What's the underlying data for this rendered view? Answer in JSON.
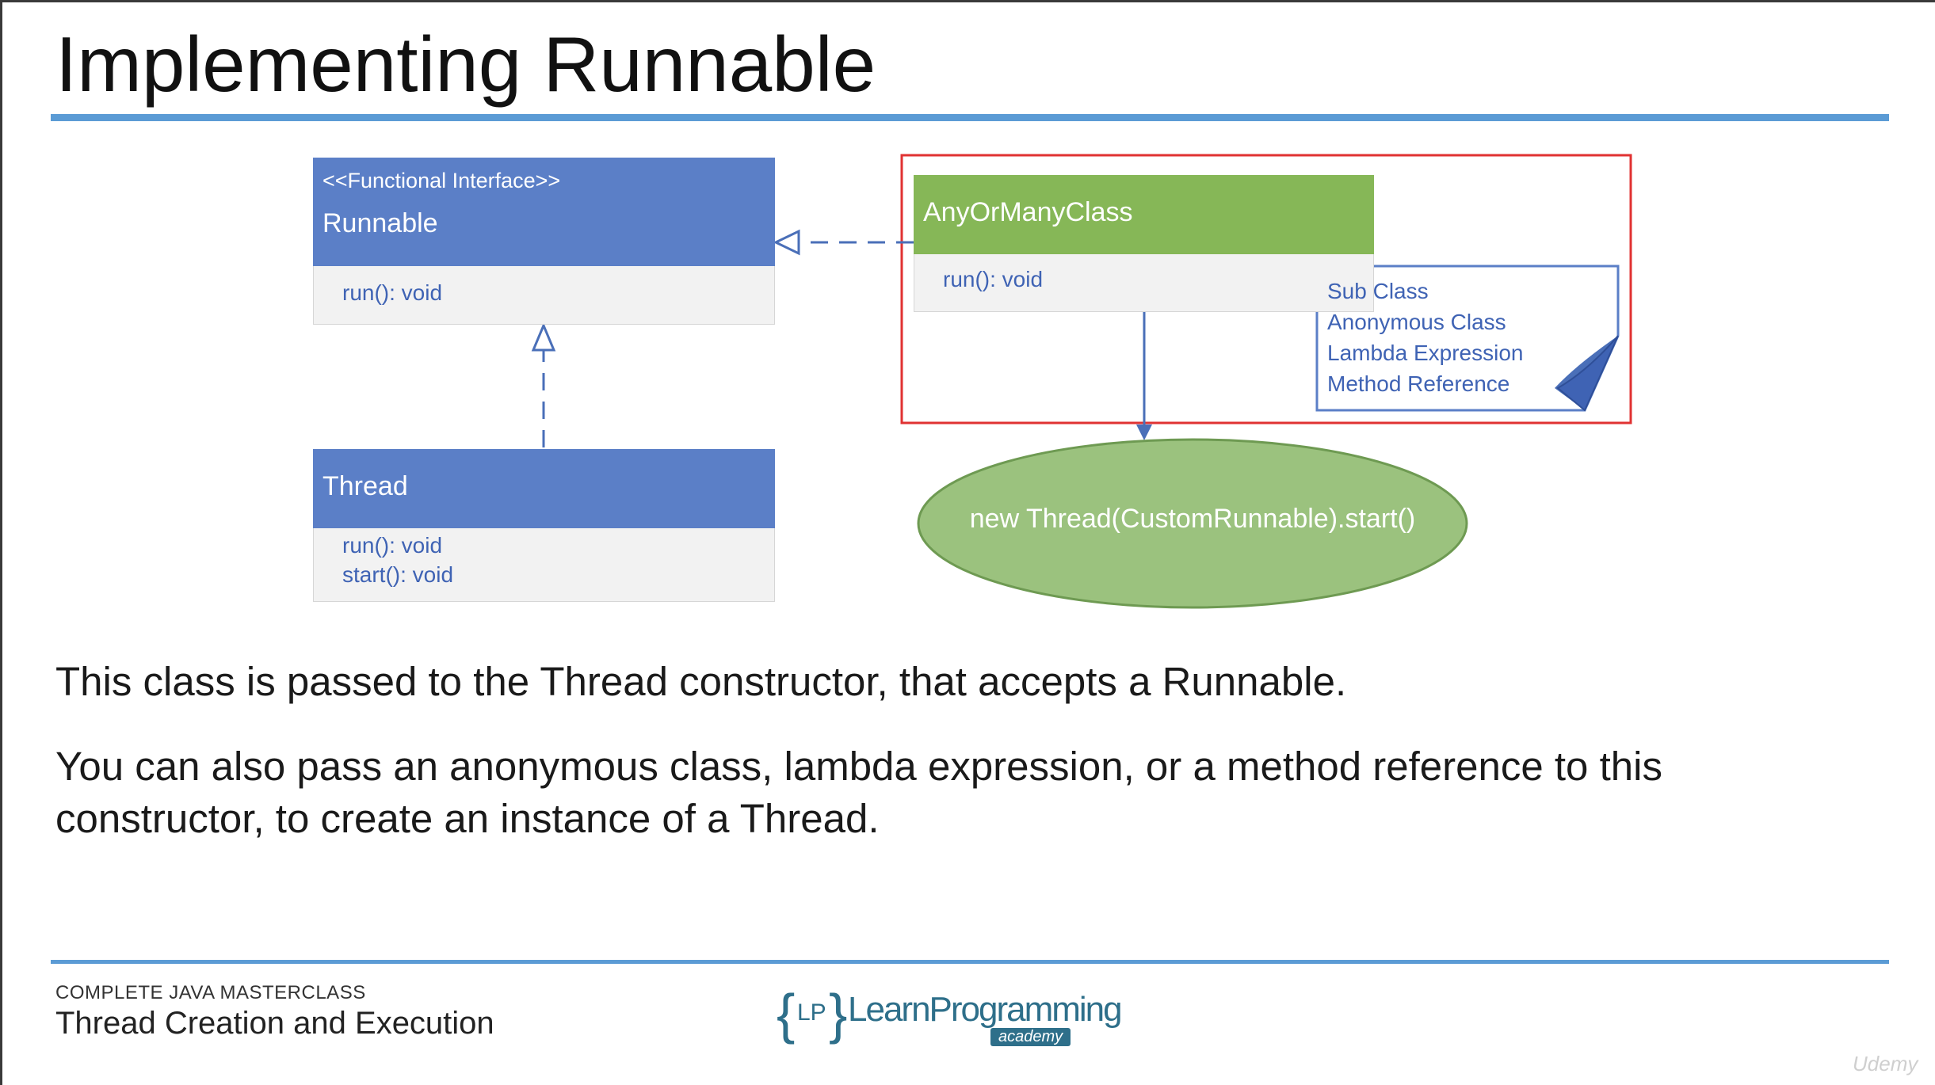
{
  "slide": {
    "title": "Implementing Runnable"
  },
  "diagram": {
    "runnable": {
      "stereotype": "<<Functional Interface>>",
      "name": "Runnable",
      "members": [
        "run(): void"
      ]
    },
    "thread": {
      "name": "Thread",
      "members": [
        "run(): void",
        "start(): void"
      ]
    },
    "any_class": {
      "name": "AnyOrManyClass",
      "members": [
        "run(): void"
      ]
    },
    "note": {
      "lines": [
        "Sub Class",
        "Anonymous Class",
        "Lambda Expression",
        "Method Reference"
      ]
    },
    "ellipse": {
      "text": "new Thread(CustomRunnable).start()"
    }
  },
  "paragraphs": {
    "p1": "This class is passed to the Thread constructor, that accepts a Runnable.",
    "p2_line1": "You can also pass an anonymous class, lambda expression, or a method reference to this",
    "p2_line2": "constructor, to create an instance of a Thread."
  },
  "footer": {
    "course": "COMPLETE JAVA MASTERCLASS",
    "section": "Thread Creation and Execution",
    "logo_main": "LearnProgramming",
    "logo_sub": "academy",
    "logo_mark": "LP",
    "watermark": "Udemy"
  },
  "colors": {
    "uml_header": "#5b7fc7",
    "class_header": "#86b757",
    "ellipse_fill": "#9bc27e",
    "highlight_box": "#e03232",
    "accent_rule": "#5b9bd5"
  },
  "icons": [
    "realization-arrow",
    "association-arrow",
    "note-fold"
  ]
}
